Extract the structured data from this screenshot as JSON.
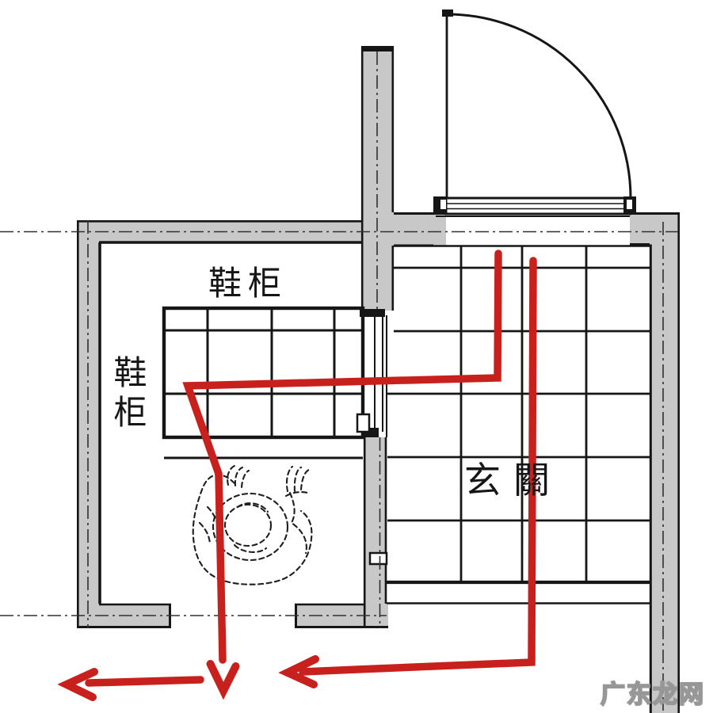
{
  "diagram": {
    "type": "entryway-floor-plan",
    "labels": {
      "cabinet_top": "鞋柜",
      "cabinet_side": "鞋柜",
      "entrance_hall": "玄關"
    },
    "watermark": "广东龙网"
  },
  "colors": {
    "background": "#ffffff",
    "wall_fill": "#c8c8c8",
    "line": "#161616",
    "centerline": "#303030",
    "path_red": "#c8211d",
    "watermark_fill": "#fdfdfd",
    "watermark_stroke": "#979797"
  }
}
